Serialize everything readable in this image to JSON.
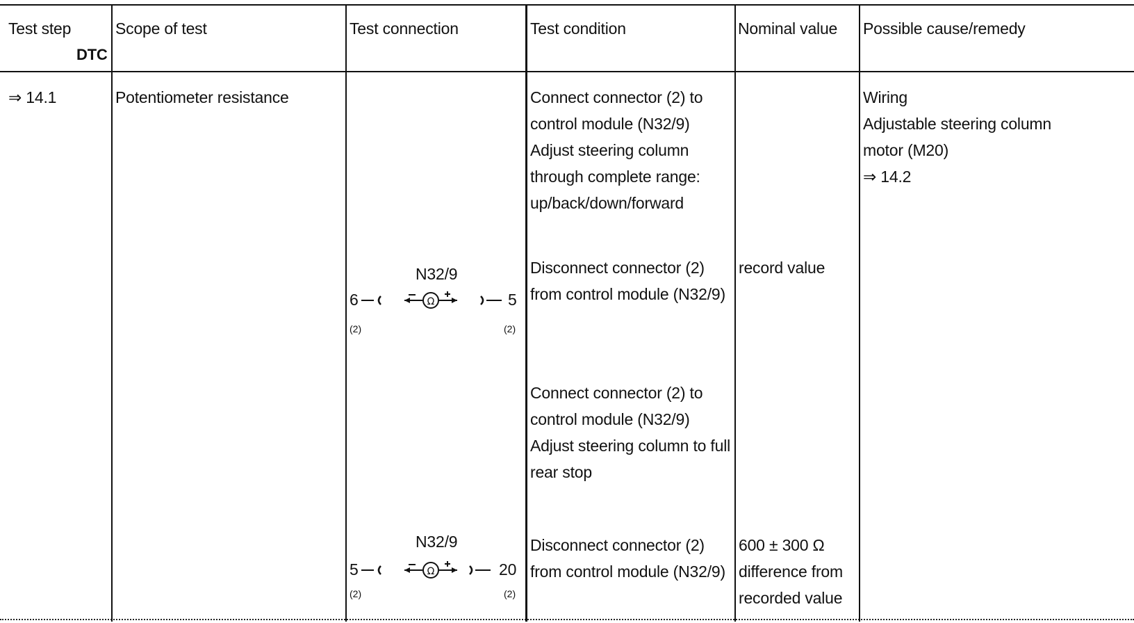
{
  "header": {
    "test_step": "Test step",
    "dtc": "DTC",
    "scope": "Scope of test",
    "connection": "Test connection",
    "condition": "Test condition",
    "nominal": "Nominal value",
    "cause": "Possible cause/remedy"
  },
  "row": {
    "step": "⇒ 14.1",
    "scope": "Potentiometer resistance",
    "conditions": [
      [
        "Connect connector (2) to",
        "control module (N32/9)",
        "Adjust steering column",
        "through complete range:",
        "up/back/down/forward"
      ],
      [
        "Disconnect  connector (2)",
        "from control module (N32/9)"
      ],
      [
        "Connect connector (2) to",
        "control module (N32/9)",
        "Adjust steering column to full",
        "rear stop"
      ],
      [
        "Disconnect connector (2)",
        "from control module (N32/9)"
      ]
    ],
    "nominal": {
      "first": "record value",
      "second": [
        "600 ± 300 Ω",
        "difference from",
        "recorded value"
      ]
    },
    "cause": [
      "Wiring",
      "Adjustable steering column",
      "motor (M20)",
      "⇒ 14.2"
    ],
    "connections": [
      {
        "component": "N32/9",
        "left_pin": "6",
        "right_pin": "5",
        "left_conn": "(2)",
        "right_conn": "(2)"
      },
      {
        "component": "N32/9",
        "left_pin": "5",
        "right_pin": "20",
        "left_conn": "(2)",
        "right_conn": "(2)"
      }
    ]
  }
}
